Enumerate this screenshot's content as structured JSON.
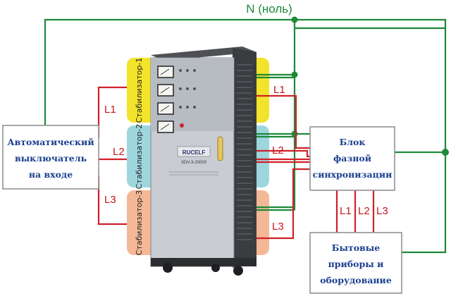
{
  "neutral_label": "N (ноль)",
  "breaker": {
    "line1": "Автоматический",
    "line2": "выключатель",
    "line3": "на входе"
  },
  "sync_block": {
    "line1": "Блок",
    "line2": "фазной",
    "line3": "синхронизации"
  },
  "appliances": {
    "line1": "Бытовые",
    "line2": "приборы и",
    "line3": "оборудование"
  },
  "stabilizers": [
    "Стабилизатор-1",
    "Стабилизатор-2",
    "Стабилизатор-3"
  ],
  "phase_labels": {
    "left": [
      "L1",
      "L2",
      "L3"
    ],
    "right": [
      "L1",
      "L2",
      "L3"
    ],
    "bottom": [
      "L1",
      "L2",
      "L3"
    ]
  },
  "device": {
    "brand": "RUCELF",
    "model": "SDV-3-20000"
  },
  "colors": {
    "neutral_wire": "#1d8a3a",
    "phase_wire": "#d0202a",
    "box_text": "#1a3f8f",
    "stab1_bg": "#f3e32a",
    "stab2_bg": "#9ed6de",
    "stab3_bg": "#f4b896"
  }
}
